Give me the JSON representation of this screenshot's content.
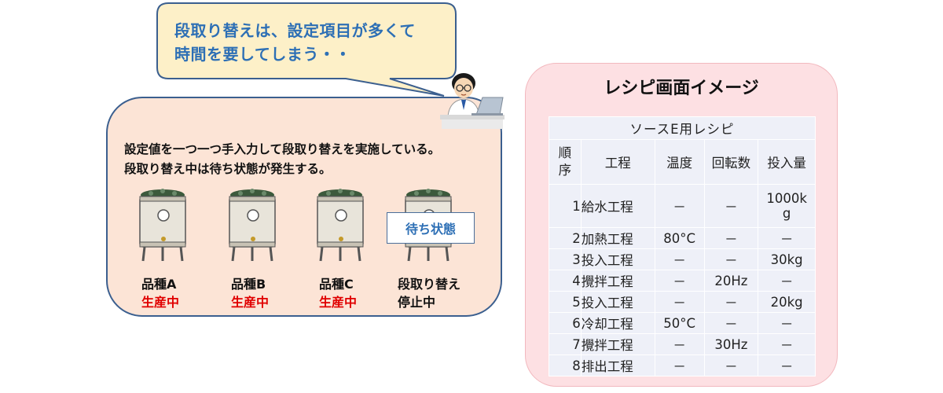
{
  "speech": {
    "line1": "段取り替えは、設定項目が多くて",
    "line2": "時間を要してしまう・・"
  },
  "left": {
    "desc_line1": "設定値を一つ一つ手入力して段取り替えを実施している。",
    "desc_line2": "段取り替え中は待ち状態が発生する。",
    "wait_badge": "待ち状態",
    "products": [
      {
        "name": "品種A",
        "status": "生産中"
      },
      {
        "name": "品種B",
        "status": "生産中"
      },
      {
        "name": "品種C",
        "status": "生産中"
      },
      {
        "name": "段取り替え",
        "status": "停止中"
      }
    ]
  },
  "recipe": {
    "title": "レシピ画面イメージ",
    "caption": "ソースE用レシピ",
    "headers": {
      "no_1": "順",
      "no_2": "序",
      "process": "工程",
      "temp": "温度",
      "rpm": "回転数",
      "input": "投入量"
    },
    "rows": [
      {
        "no": "1",
        "process": "給水工程",
        "temp": "－",
        "rpm": "－",
        "input_1": "1000k",
        "input_2": "g"
      },
      {
        "no": "2",
        "process": "加熱工程",
        "temp": "80°C",
        "rpm": "－",
        "input_1": "－",
        "input_2": ""
      },
      {
        "no": "3",
        "process": "投入工程",
        "temp": "－",
        "rpm": "－",
        "input_1": "30kg",
        "input_2": ""
      },
      {
        "no": "4",
        "process": "攪拌工程",
        "temp": "－",
        "rpm": "20Hz",
        "input_1": "－",
        "input_2": ""
      },
      {
        "no": "5",
        "process": "投入工程",
        "temp": "－",
        "rpm": "－",
        "input_1": "20kg",
        "input_2": ""
      },
      {
        "no": "6",
        "process": "冷却工程",
        "temp": "50°C",
        "rpm": "－",
        "input_1": "－",
        "input_2": ""
      },
      {
        "no": "7",
        "process": "攪拌工程",
        "temp": "－",
        "rpm": "30Hz",
        "input_1": "－",
        "input_2": ""
      },
      {
        "no": "8",
        "process": "排出工程",
        "temp": "－",
        "rpm": "－",
        "input_1": "－",
        "input_2": ""
      }
    ]
  },
  "colors": {
    "bubble_fill": "#fdf0c8",
    "bubble_border": "#3b5f8f",
    "speech_text": "#2d6fb5",
    "left_box_fill": "#fce4d6",
    "right_box_fill": "#fde0e3",
    "status_red": "#e00000",
    "table_fill": "#eef0f8"
  }
}
